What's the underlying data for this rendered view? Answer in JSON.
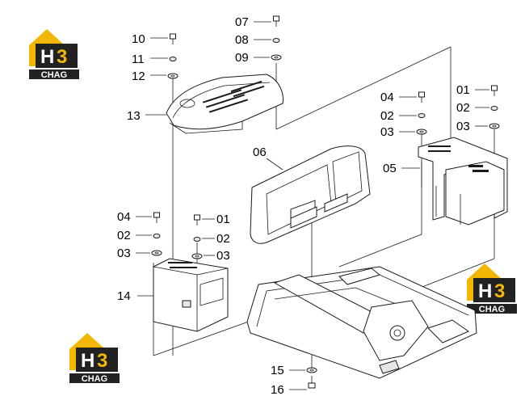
{
  "logo": {
    "mark": "H3",
    "wordmark": "CHAG",
    "colors": {
      "roof": "#f2b705",
      "dark": "#222222",
      "light": "#ffffff"
    }
  },
  "callouts": {
    "c01": "01",
    "c02": "02",
    "c03": "03",
    "c04": "04",
    "c05": "05",
    "c06": "06",
    "c07": "07",
    "c08": "08",
    "c09": "09",
    "c10": "10",
    "c11": "11",
    "c12": "12",
    "c13": "13",
    "c14": "14",
    "c15": "15",
    "c16": "16"
  }
}
